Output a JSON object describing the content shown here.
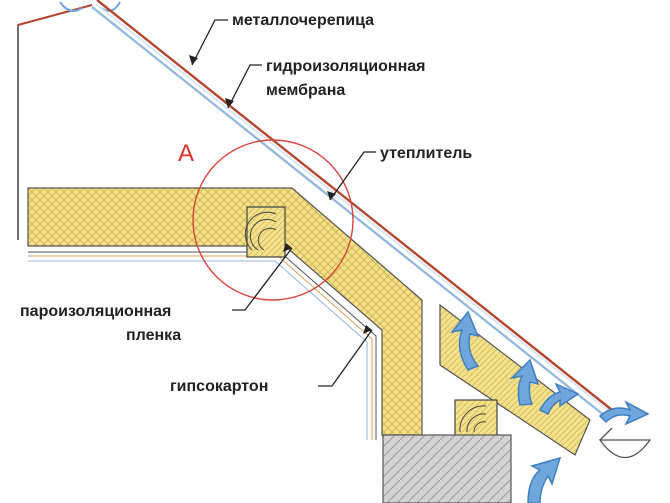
{
  "labels": {
    "roof_covering": "металлочерепица",
    "membrane_line1": "гидроизоляционная",
    "membrane_line2": "мембрана",
    "insulation": "утеплитель",
    "vapor_line1": "пароизоляционная",
    "vapor_line2": "пленка",
    "drywall": "гипсокартон",
    "detail_mark": "А"
  },
  "colors": {
    "insulation_fill": "#f2e08a",
    "insulation_hatch": "#d2b24c",
    "roof_covering": "#b6452d",
    "membrane": "#8fb6df",
    "detail_circle": "#d8443a",
    "airflow": "#6fa7dc",
    "masonry": "#d3d3d3"
  },
  "icons": [
    "airflow-arrow-icon",
    "rafter-section-icon",
    "gutter-icon"
  ]
}
